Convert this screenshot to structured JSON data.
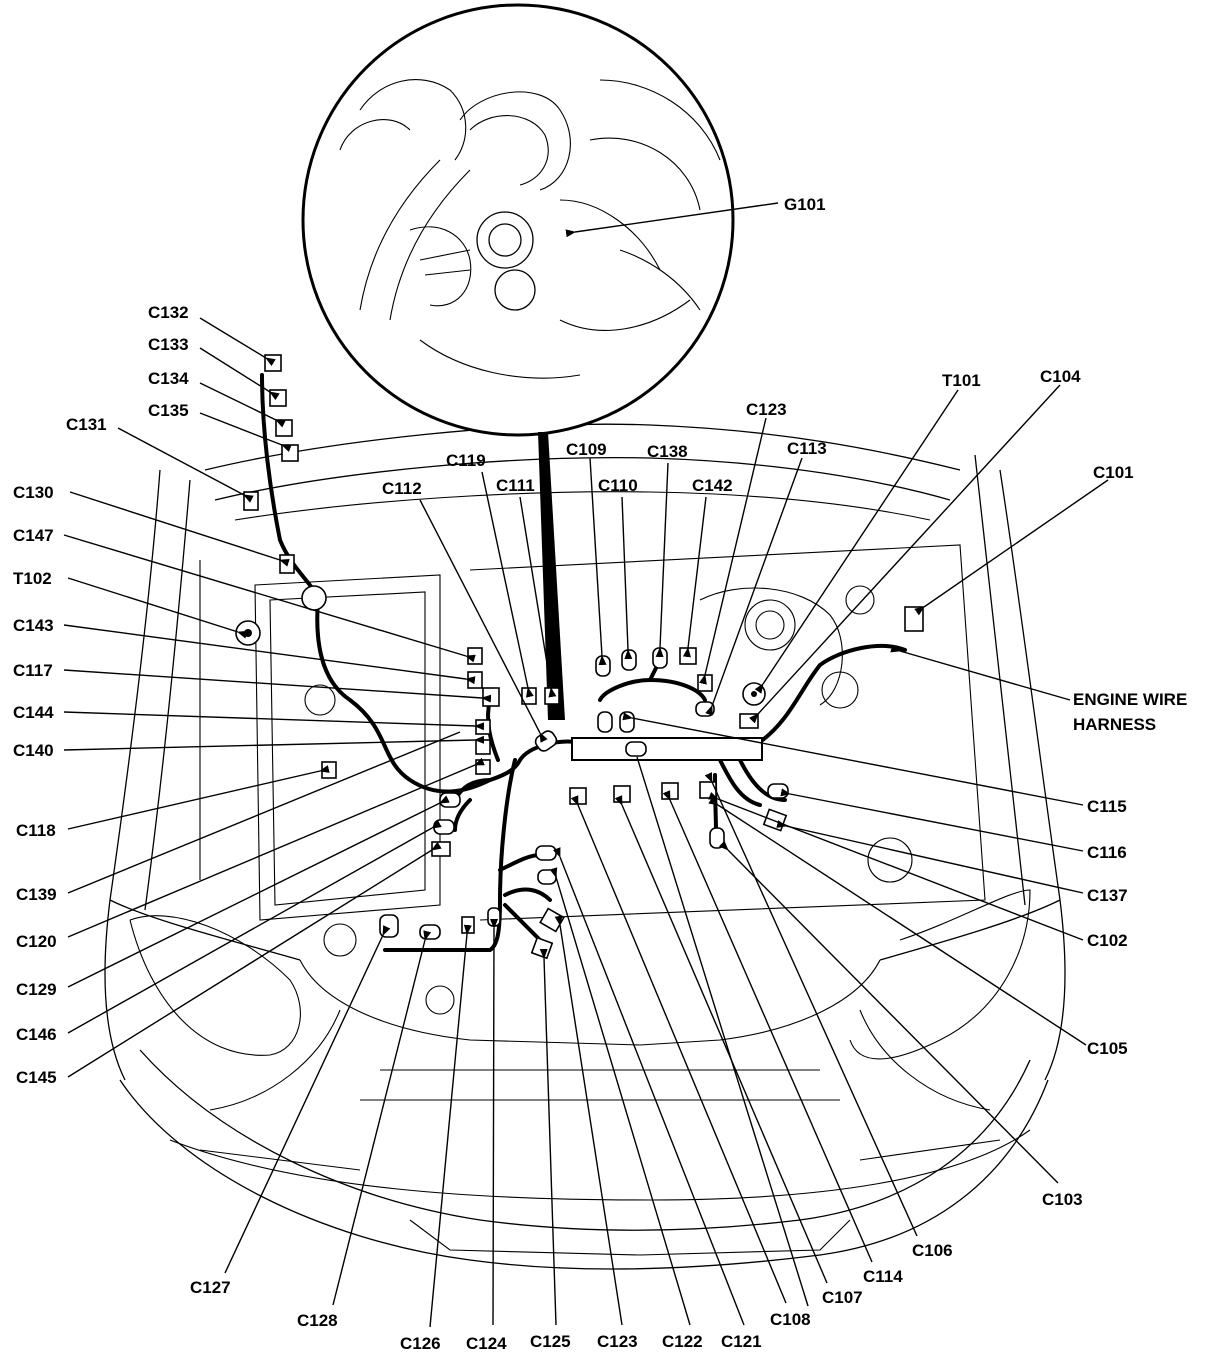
{
  "diagram": {
    "labels": {
      "G101": "G101",
      "C132": "C132",
      "C133": "C133",
      "C134": "C134",
      "C135": "C135",
      "C131": "C131",
      "C130": "C130",
      "C147": "C147",
      "T102": "T102",
      "C143": "C143",
      "C117": "C117",
      "C144": "C144",
      "C140": "C140",
      "C118": "C118",
      "C139": "C139",
      "C120": "C120",
      "C129": "C129",
      "C146": "C146",
      "C145": "C145",
      "C119": "C119",
      "C112": "C112",
      "C111": "C111",
      "C109": "C109",
      "C110": "C110",
      "C138": "C138",
      "C142": "C142",
      "C123_top": "C123",
      "C113": "C113",
      "T101": "T101",
      "C104": "C104",
      "C101": "C101",
      "engine_harness_1": "ENGINE WIRE",
      "engine_harness_2": "HARNESS",
      "C115": "C115",
      "C116": "C116",
      "C137": "C137",
      "C102": "C102",
      "C105": "C105",
      "C103": "C103",
      "C106": "C106",
      "C114": "C114",
      "C107": "C107",
      "C108": "C108",
      "C121": "C121",
      "C122": "C122",
      "C123_bottom": "C123",
      "C125": "C125",
      "C124": "C124",
      "C126": "C126",
      "C128": "C128",
      "C127": "C127"
    }
  }
}
